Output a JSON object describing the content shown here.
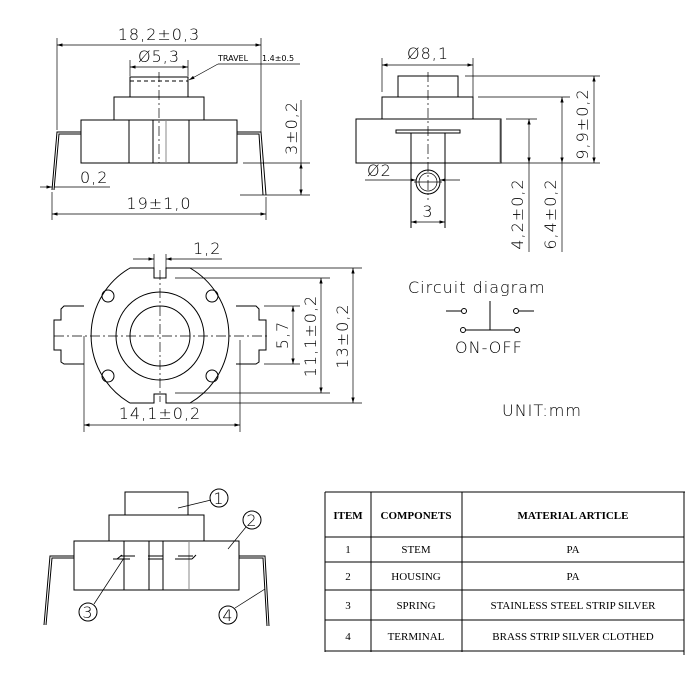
{
  "front_view": {
    "overall_width": "18,2±0,3",
    "stem_diameter": "Ø5,3",
    "travel_label": "TRAVEL",
    "travel_value": "1.4±0.5",
    "lead_thickness": "0,2",
    "lead_span": "19±1,0",
    "lead_height": "3±0,2"
  },
  "side_view": {
    "collar_diameter": "Ø8,1",
    "lead_hole_diameter": "Ø2",
    "lead_width": "3",
    "body_height": "4,2±0,2",
    "collar_height": "6,4±0,2",
    "total_height": "9,9±0,2"
  },
  "top_view": {
    "notch_width": "1,2",
    "tab_width": "5,7",
    "inner_height": "11,1±0,2",
    "outer_height": "13±0,2",
    "body_width": "14,1±0,2"
  },
  "circuit": {
    "title": "Circuit diagram",
    "mode": "ON-OFF"
  },
  "unit": "UNIT:mm",
  "balloons": [
    "1",
    "2",
    "3",
    "4"
  ],
  "table": {
    "headers": [
      "ITEM",
      "COMPONETS",
      "MATERIAL ARTICLE"
    ],
    "rows": [
      [
        "1",
        "STEM",
        "PA"
      ],
      [
        "2",
        "HOUSING",
        "PA"
      ],
      [
        "3",
        "SPRING",
        "STAINLESS STEEL STRIP SILVER"
      ],
      [
        "4",
        "TERMINAL",
        "BRASS STRIP SILVER CLOTHED"
      ]
    ]
  }
}
